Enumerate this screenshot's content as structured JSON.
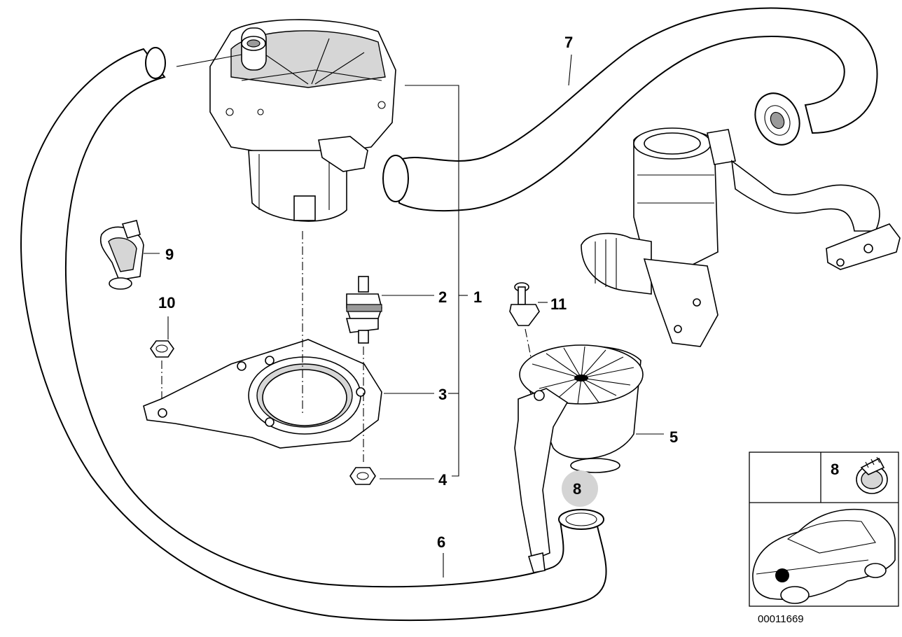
{
  "diagram": {
    "callouts": {
      "c1": "1",
      "c2": "2",
      "c3": "3",
      "c4": "4",
      "c5": "5",
      "c6": "6",
      "c7": "7",
      "c8_circle": "8",
      "c8_inset": "8",
      "c9": "9",
      "c10": "10",
      "c11": "11"
    },
    "diagram_id": "00011669"
  }
}
